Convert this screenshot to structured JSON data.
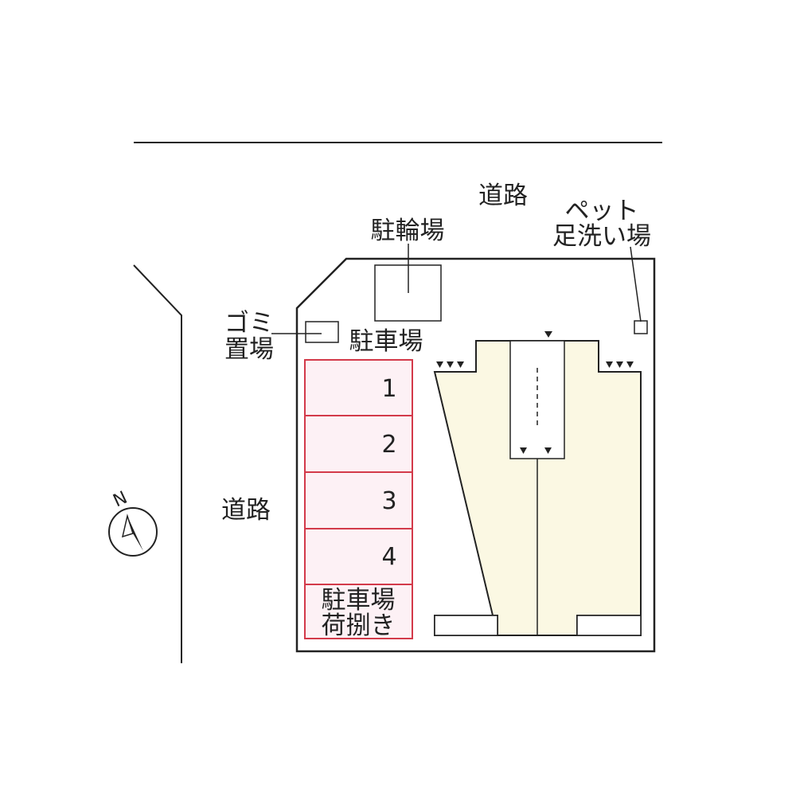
{
  "colors": {
    "line": "#222222",
    "building_fill": "#fbf8e3",
    "parking_border": "#d33a4a",
    "parking_fill": "#fdf1f5",
    "background": "#ffffff"
  },
  "labels": {
    "road_top": "道路",
    "road_left": "道路",
    "bicycle_parking": "駐輪場",
    "pet_wash_line1": "ペット",
    "pet_wash_line2": "足洗い場",
    "garbage_line1": "ゴミ",
    "garbage_line2": "置場",
    "parking_lot": "駐車場"
  },
  "parking_spaces": [
    "1",
    "2",
    "3",
    "4"
  ],
  "loading_space": {
    "line1": "駐車場",
    "line2": "荷捌き"
  },
  "compass": {
    "letter": "N",
    "icon": "north-arrow-icon"
  }
}
